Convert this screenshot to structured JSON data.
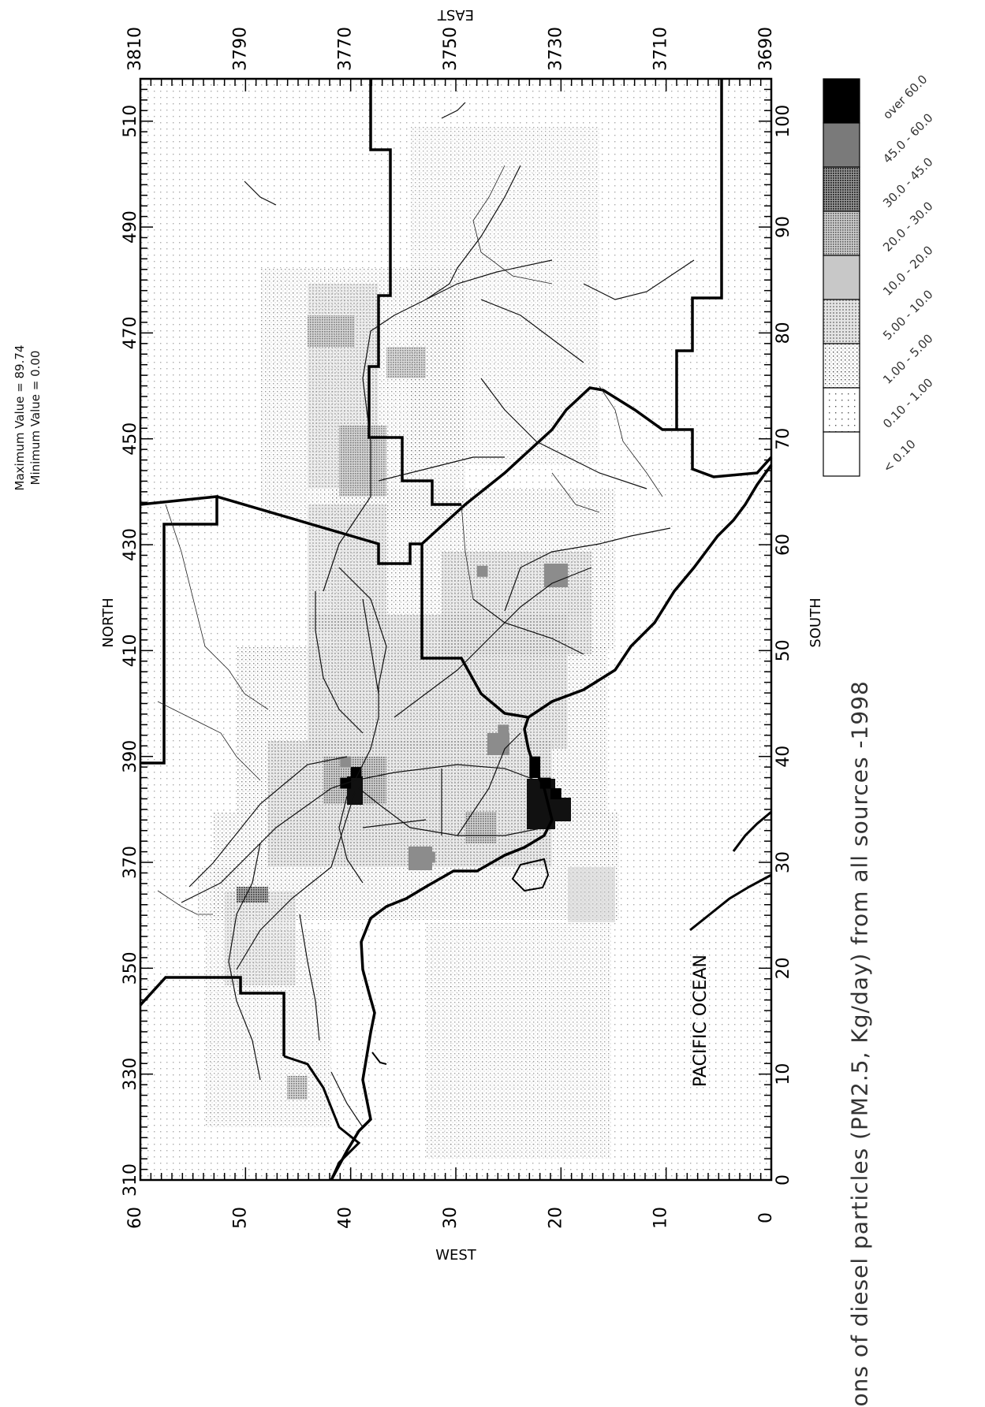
{
  "stats": {
    "maximum": "Maximum Value = 89.74",
    "minimum": "Minimum Value = 0.00"
  },
  "caption": "ons of diesel particles (PM2.5, Kg/day) from all sources -1998",
  "map": {
    "direction_labels": {
      "north": "NORTH",
      "south": "SOUTH",
      "east": "EAST",
      "west": "WEST"
    },
    "water_label": "PACIFIC OCEAN",
    "north_ticks": [
      "310",
      "330",
      "350",
      "370",
      "390",
      "410",
      "430",
      "450",
      "470",
      "490",
      "510"
    ],
    "south_ticks": [
      "0",
      "10",
      "20",
      "30",
      "40",
      "50",
      "60",
      "70",
      "80",
      "90",
      "100"
    ],
    "east_ticks": [
      "3810",
      "3790",
      "3770",
      "3750",
      "3730",
      "3710",
      "3690"
    ],
    "west_ticks": [
      "60",
      "50",
      "40",
      "30",
      "20",
      "10",
      "0"
    ],
    "grid_cells": {
      "cols": 104,
      "rows": 60
    }
  },
  "legend": {
    "bins": [
      {
        "label": "over 60.0",
        "color": "#000000"
      },
      {
        "label": "45.0 - 60.0",
        "color": "#787878"
      },
      {
        "label": "30.0 - 45.0",
        "color": "#8c8c8c"
      },
      {
        "label": "20.0 - 30.0",
        "color": "#a8a8a8"
      },
      {
        "label": "10.0 - 20.0",
        "color": "#c2c2c2"
      },
      {
        "label": "5.00 - 10.0",
        "color": "#d6d6d6"
      },
      {
        "label": "1.00 - 5.00",
        "color": "#e6e6e6"
      },
      {
        "label": "0.10 - 1.00",
        "color": "#f3f3f3"
      },
      {
        "label": "< 0.10",
        "color": "#ffffff"
      }
    ]
  },
  "hotspots": [
    {
      "i": 37,
      "j": 40,
      "level": 0
    },
    {
      "i": 38,
      "j": 39,
      "level": 0
    },
    {
      "i": 38,
      "j": 22,
      "level": 0
    },
    {
      "i": 37,
      "j": 21,
      "level": 0
    },
    {
      "i": 36,
      "j": 20,
      "level": 0
    },
    {
      "i": 39,
      "j": 22,
      "level": 0
    },
    {
      "i": 42,
      "j": 25,
      "level": 2
    },
    {
      "i": 57,
      "j": 27,
      "level": 2
    },
    {
      "i": 30,
      "j": 32,
      "level": 2
    },
    {
      "i": 39,
      "j": 40,
      "level": 2
    }
  ]
}
